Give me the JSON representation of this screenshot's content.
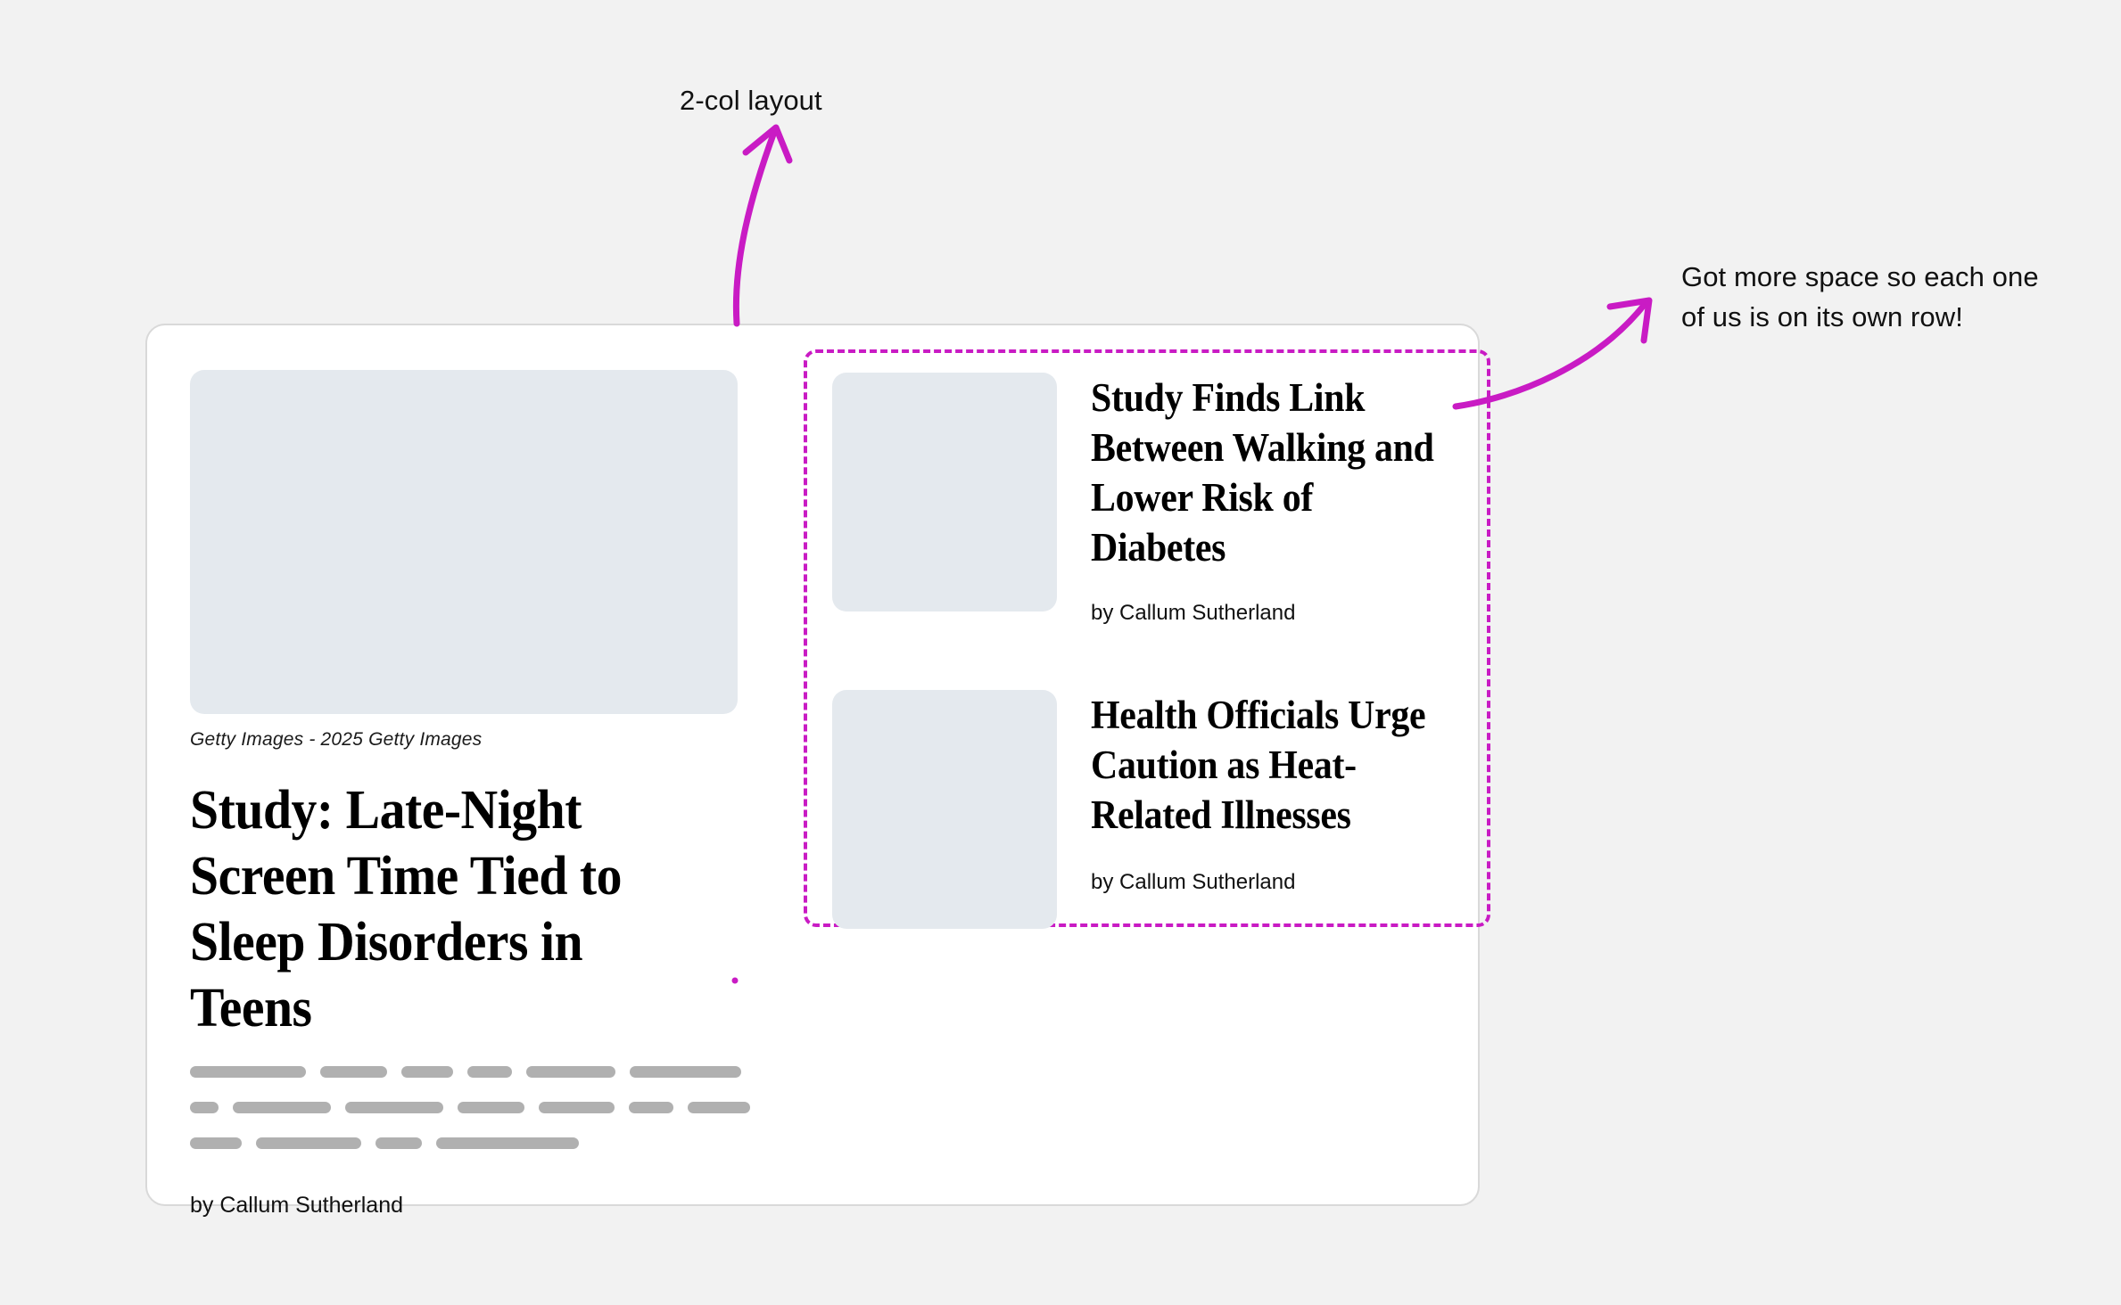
{
  "annotations": {
    "left_label": "2-col layout",
    "right_label": "Got more space so each one of us is on its own row!",
    "accent_color": "#C91BC4"
  },
  "card": {
    "lead_story": {
      "image_placeholder": "hero-image-placeholder",
      "caption": "Getty Images - 2025 Getty Images",
      "headline": "Study: Late-Night Screen Time Tied to Sleep Disorders in Teens",
      "byline": "by Callum Sutherland",
      "body_skeleton": [
        [
          130,
          75,
          58,
          50,
          100,
          125
        ],
        [
          32,
          110,
          110,
          75,
          85,
          50,
          70
        ],
        [
          58,
          118,
          52,
          160
        ]
      ]
    },
    "secondary_stories": [
      {
        "thumbnail": "thumbnail-placeholder",
        "headline": "Study Finds Link Between Walking and Lower Risk of Diabetes",
        "byline": "by Callum Sutherland"
      },
      {
        "thumbnail": "thumbnail-placeholder",
        "headline": "Health Officials Urge Caution as Heat-Related Illnesses",
        "byline": "by Callum Sutherland"
      }
    ]
  },
  "colors": {
    "page_background": "#F2F2F2",
    "card_background": "#FFFFFF",
    "card_border": "#D9D9D9",
    "image_placeholder": "#E4E9EE",
    "skeleton": "#B0B0B0",
    "text": "#000000"
  }
}
